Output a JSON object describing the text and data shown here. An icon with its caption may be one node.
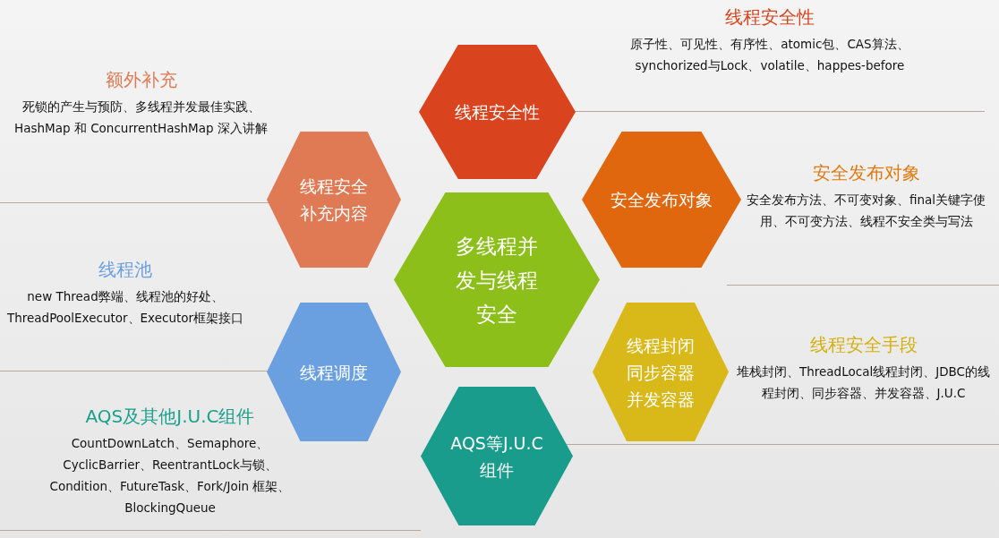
{
  "diagram": {
    "nodes": [
      {
        "text": [
          "线程安全性"
        ],
        "beside": [
          "线程安全性",
          "原子性、可见性、有序性、atomic包、CAS算法、synchorized与Lock、volatile、happes-before"
        ]
      },
      {
        "text": [
          "线程安全补充内容"
        ],
        "beside": [
          "额外补充",
          "死锁的产生与预防、多线程并发最佳实践、HashMap 和 ConcurrentHashMap 深入讲解"
        ]
      },
      {
        "text": [
          "安全发布对象"
        ],
        "beside": [
          "安全发布对象",
          "安全发布方法、不可变对象、final关键字使用、不可变方法、线程不安全类与写法"
        ]
      },
      {
        "text": [
          "多线程并发与线程安全"
        ]
      },
      {
        "text": [
          "线程调度"
        ],
        "beside": [
          "线程池",
          "new Thread弊端、线程池的好处、ThreadPoolExecutor、Executor框架接口"
        ]
      },
      {
        "text": [
          "线程封闭同步容器并发容器"
        ],
        "beside": [
          "线程安全手段",
          "堆栈封闭、ThreadLocal线程封闭、JDBC的线程封闭、同步容器、并发容器、J.U.C"
        ]
      },
      {
        "text": [
          "AQS等J.U.C组件"
        ]
      }
    ],
    "labels": [
      "AQS及其他J.U.C组件",
      "CountDownLatch、Semaphore、CyclicBarrier、ReentrantLock与锁、Condition、FutureTask、Fork/Join 框架、BlockingQueue"
    ]
  }
}
